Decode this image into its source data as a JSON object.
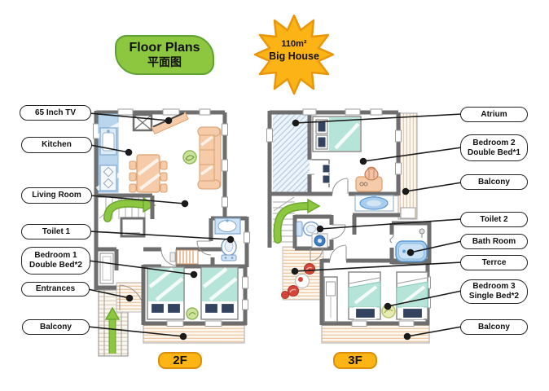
{
  "header": {
    "title_en": "Floor Plans",
    "title_zh": "平面图",
    "star_area": "110m²",
    "star_name": "Big House"
  },
  "floors": [
    {
      "id": "2F",
      "badge": "2F",
      "labels": [
        {
          "text": "65 Inch TV"
        },
        {
          "text": "Kitchen"
        },
        {
          "text": "Living Room"
        },
        {
          "text": "Toilet 1"
        },
        {
          "text": "Bedroom 1",
          "text2": "Double Bed*2"
        },
        {
          "text": "Entrances"
        },
        {
          "text": "Balcony"
        }
      ]
    },
    {
      "id": "3F",
      "badge": "3F",
      "labels": [
        {
          "text": "Atrium"
        },
        {
          "text": "Bedroom 2",
          "text2": "Double Bed*1"
        },
        {
          "text": "Balcony"
        },
        {
          "text": "Toilet 2"
        },
        {
          "text": "Bath Room"
        },
        {
          "text": "Terrce"
        },
        {
          "text": "Bedroom 3",
          "text2": "Single Bed*2"
        },
        {
          "text": "Balcony"
        }
      ]
    }
  ],
  "colors": {
    "badge_green": "#8dc63f",
    "star_yellow": "#fbb316",
    "floor_badge_yellow": "#fdb515",
    "wall_gray": "#6e6e6e",
    "bed_teal": "#b7e4d8",
    "furniture_peach": "#f5cbaa",
    "water_blue": "#a9cdec",
    "pillow_navy": "#33425e",
    "arrow_green": "#8dc63f",
    "chair_red": "#d6453a"
  }
}
